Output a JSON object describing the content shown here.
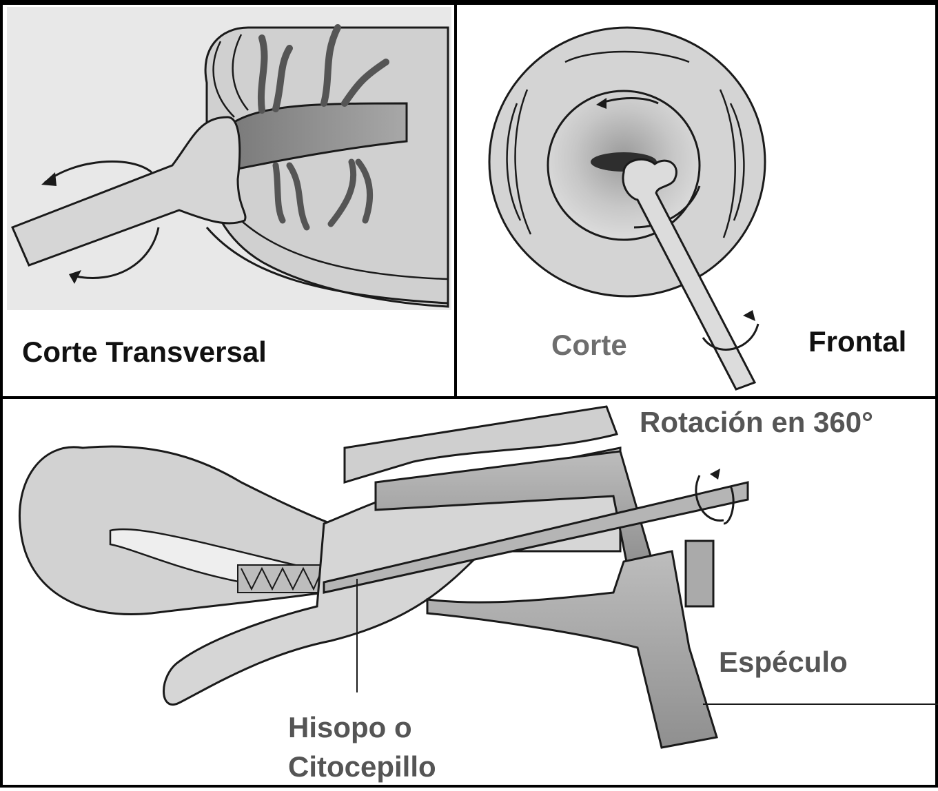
{
  "figure": {
    "panels": {
      "transversal": {
        "label": "Corte Transversal"
      },
      "frontal": {
        "label_left": "Corte",
        "label_right": "Frontal"
      },
      "sagittal": {
        "rotation_label": "Rotación en 360°",
        "speculum_label": "Espéculo",
        "brush_label_line1": "Hisopo o",
        "brush_label_line2": "Citocepillo"
      }
    },
    "colors": {
      "border": "#000000",
      "tissue_fill": "#d2d2d2",
      "tissue_shadow": "#8a8a8a",
      "outline": "#1a1a1a",
      "background": "#ffffff"
    }
  }
}
